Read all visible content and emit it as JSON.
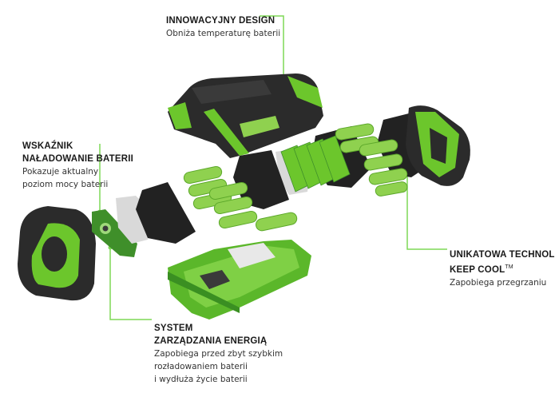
{
  "design": {
    "title": "INNOWACYJNY DESIGN",
    "desc": "Obniża temperaturę baterii"
  },
  "indicator": {
    "title_1": "WSKAŹNIK",
    "title_2": "NAŁADOWANIE BATERII",
    "desc_1": "Pokazuje aktualny",
    "desc_2": "poziom mocy baterii"
  },
  "cooling": {
    "title_1": "UNIKATOWA TECHNOLOGIA",
    "title_2": "KEEP COOL",
    "trademark": "TM",
    "desc": "Zapobiega przegrzaniu"
  },
  "system": {
    "title_1": "SYSTEM",
    "title_2": "ZARZĄDZANIA ENERGIĄ",
    "desc_1": "Zapobiega przed zbyt szybkim",
    "desc_2": "rozładowaniem baterii",
    "desc_3": "i wydłuża życie baterii"
  },
  "colors": {
    "brand_green": "#6cc62c",
    "callout_line": "#7ed957",
    "dark_housing": "#2b2b2b",
    "light_green": "#b7e68e"
  }
}
